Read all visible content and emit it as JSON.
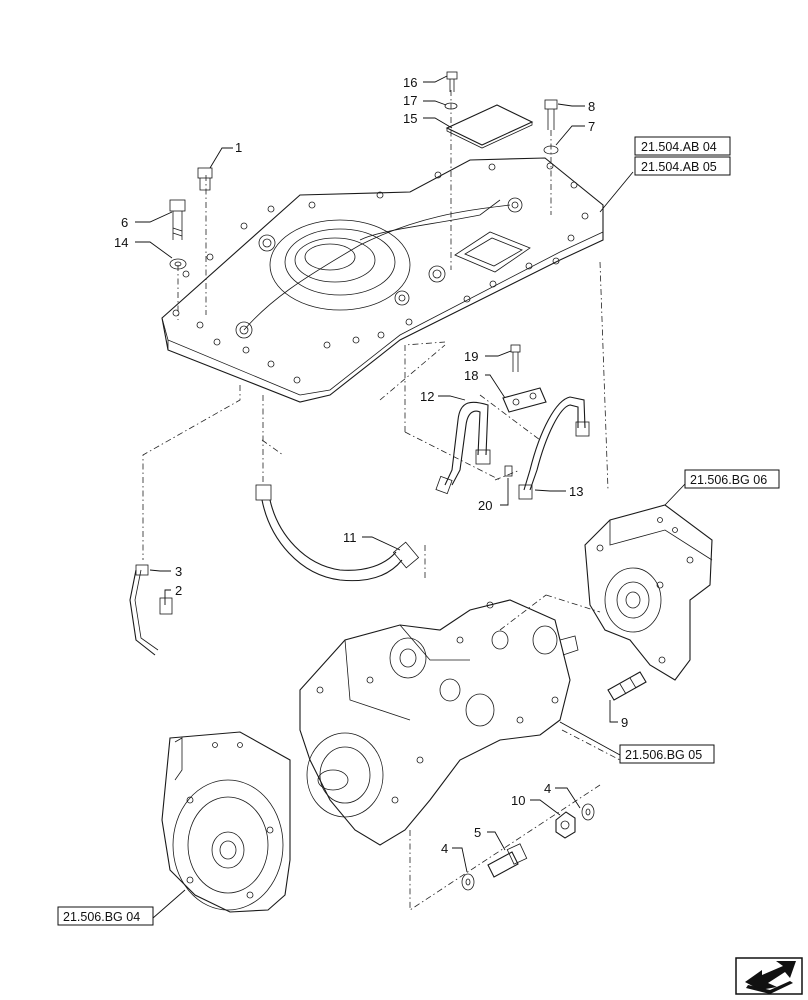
{
  "callouts": {
    "c1": "1",
    "c2": "2",
    "c3": "3",
    "c4a": "4",
    "c4b": "4",
    "c5": "5",
    "c6": "6",
    "c7": "7",
    "c8": "8",
    "c9": "9",
    "c10": "10",
    "c11": "11",
    "c12": "12",
    "c13": "13",
    "c14": "14",
    "c15": "15",
    "c16": "16",
    "c17": "17",
    "c18": "18",
    "c19": "19",
    "c20": "20"
  },
  "references": {
    "ab04": "21.504.AB 04",
    "ab05": "21.504.AB 05",
    "bg06": "21.506.BG 06",
    "bg05": "21.506.BG 05",
    "bg04": "21.506.BG 04"
  },
  "nav_icon": "next-page-arrow-icon"
}
